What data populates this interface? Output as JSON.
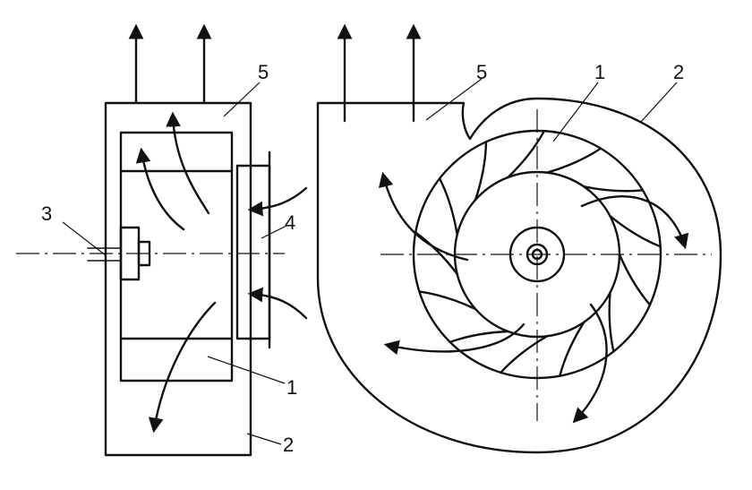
{
  "labels": {
    "side_impeller": "1",
    "side_casing": "2",
    "side_shaft": "3",
    "side_inlet": "4",
    "side_outlet": "5",
    "front_impeller": "1",
    "front_casing": "2",
    "front_outlet": "5"
  }
}
